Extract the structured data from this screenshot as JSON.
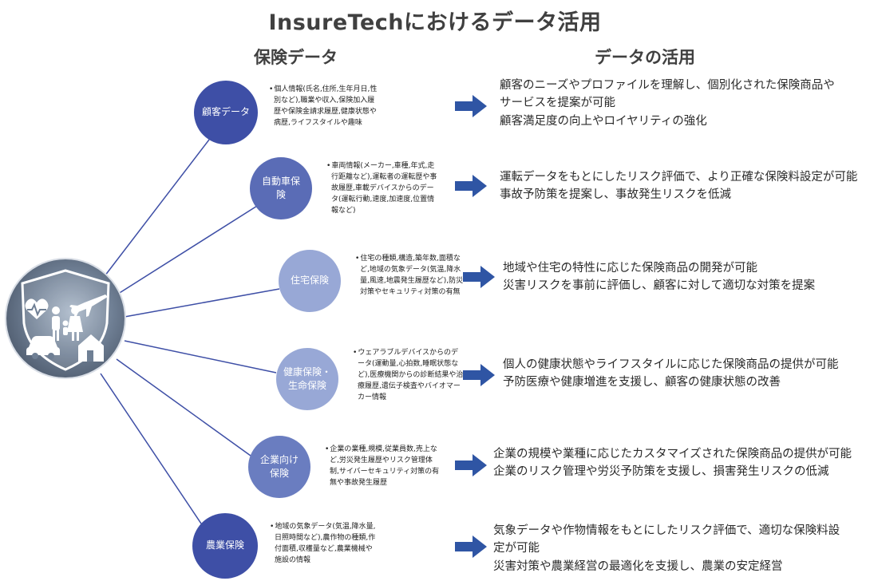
{
  "title": "InsureTechにおけるデータ活用",
  "headers": {
    "left": "保険データ",
    "right": "データの活用"
  },
  "hub": {
    "image": "insurance-shield-icons"
  },
  "categories": [
    {
      "node_label": "顧客データ",
      "color": "#3e4fa6",
      "description": "個人情報(氏名,住所,生年月日,性別など),職業や収入,保険加入履歴や保険金請求履歴,健康状態や病歴,ライフスタイルや趣味",
      "usage": [
        "顧客のニーズやプロファイルを理解し、個別化された保険商品や",
        "サービスを提案が可能",
        "顧客満足度の向上やロイヤリティの強化"
      ]
    },
    {
      "node_label": "自動車保\n険",
      "color": "#5a6cb6",
      "description": "車両情報(メーカー,車種,年式,走行距離など),運転者の運転歴や事故履歴,車載デバイスからのデータ(運転行動,速度,加速度,位置情報など)",
      "usage": [
        "運転データをもとにしたリスク評価で、より正確な保険料設定が可能",
        "事故予防策を提案し、事故発生リスクを低減"
      ]
    },
    {
      "node_label": "住宅保険",
      "color": "#98a8d6",
      "description": "住宅の種類,構造,築年数,面積など,地域の気象データ(気温,降水量,風速,地震発生履歴など),防災対策やセキュリティ対策の有無",
      "usage": [
        "地域や住宅の特性に応じた保険商品の開発が可能",
        "災害リスクを事前に評価し、顧客に対して適切な対策を提案"
      ]
    },
    {
      "node_label": "健康保険・\n生命保険",
      "color": "#98a8d6",
      "description": "ウェアラブルデバイスからのデータ(運動量,心拍数,睡眠状態など),医療機関からの診断結果や治療履歴,遺伝子検査やバイオマーカー情報",
      "usage": [
        "個人の健康状態やライフスタイルに応じた保険商品の提供が可能",
        "予防医療や健康増進を支援し、顧客の健康状態の改善"
      ]
    },
    {
      "node_label": "企業向け\n保険",
      "color": "#6a7dc0",
      "description": "企業の業種,規模,従業員数,売上など,労災発生履歴やリスク管理体制,サイバーセキュリティ対策の有無や事故発生履歴",
      "usage": [
        "企業の規模や業種に応じたカスタマイズされた保険商品の提供が可能",
        "企業のリスク管理や労災予防策を支援し、損害発生リスクの低減"
      ]
    },
    {
      "node_label": "農業保険",
      "color": "#3e4fa6",
      "description": "地域の気象データ(気温,降水量,日照時間など),農作物の種類,作付面積,収穫量など,農業機械や施設の情報",
      "usage": [
        "気象データや作物情報をもとにしたリスク評価で、適切な保険料設",
        "定が可能",
        "災害対策や農業経営の最適化を支援し、農業の安定経営"
      ]
    }
  ]
}
